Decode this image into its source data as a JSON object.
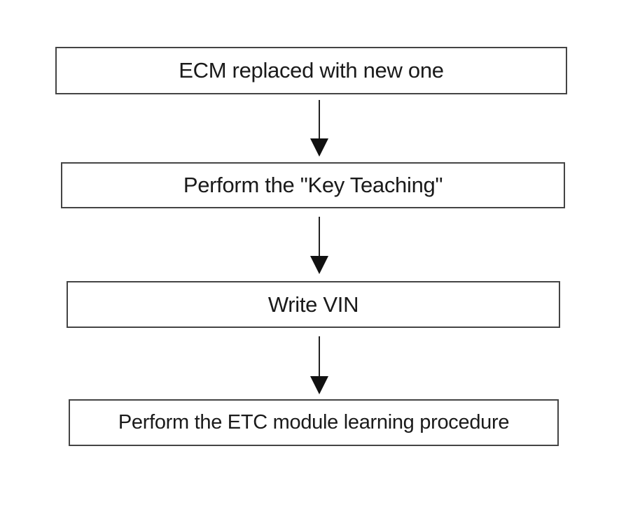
{
  "flowchart": {
    "steps": [
      {
        "label": "ECM replaced with new one"
      },
      {
        "label": "Perform the \"Key Teaching\""
      },
      {
        "label": "Write VIN"
      },
      {
        "label": "Perform the ETC module learning procedure"
      }
    ],
    "colors": {
      "box_border": "#444444",
      "arrow": "#111111",
      "background": "#ffffff",
      "text": "#1a1a1a"
    }
  }
}
